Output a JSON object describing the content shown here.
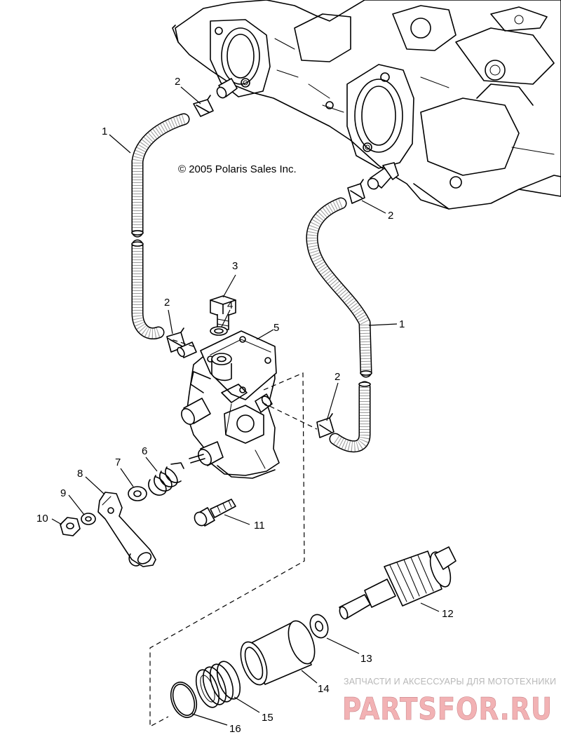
{
  "copyright": "© 2005 Polaris Sales Inc.",
  "callouts": {
    "c1a": "1",
    "c1b": "1",
    "c2a": "2",
    "c2b": "2",
    "c2c": "2",
    "c2d": "2",
    "c3": "3",
    "c4": "4",
    "c5": "5",
    "c6": "6",
    "c7": "7",
    "c8": "8",
    "c9": "9",
    "c10": "10",
    "c11": "11",
    "c12": "12",
    "c13": "13",
    "c14": "14",
    "c15": "15",
    "c16": "16"
  },
  "watermark": {
    "subtitle": "ЗАПЧАСТИ И АКСЕССУАРЫ ДЛЯ МОТОТЕХНИКИ",
    "brand": "PARTSFOR.RU"
  },
  "colors": {
    "line": "#000000",
    "background": "#ffffff",
    "watermark_fill": "#f2b2b4",
    "watermark_gray": "#b8b8b8"
  }
}
